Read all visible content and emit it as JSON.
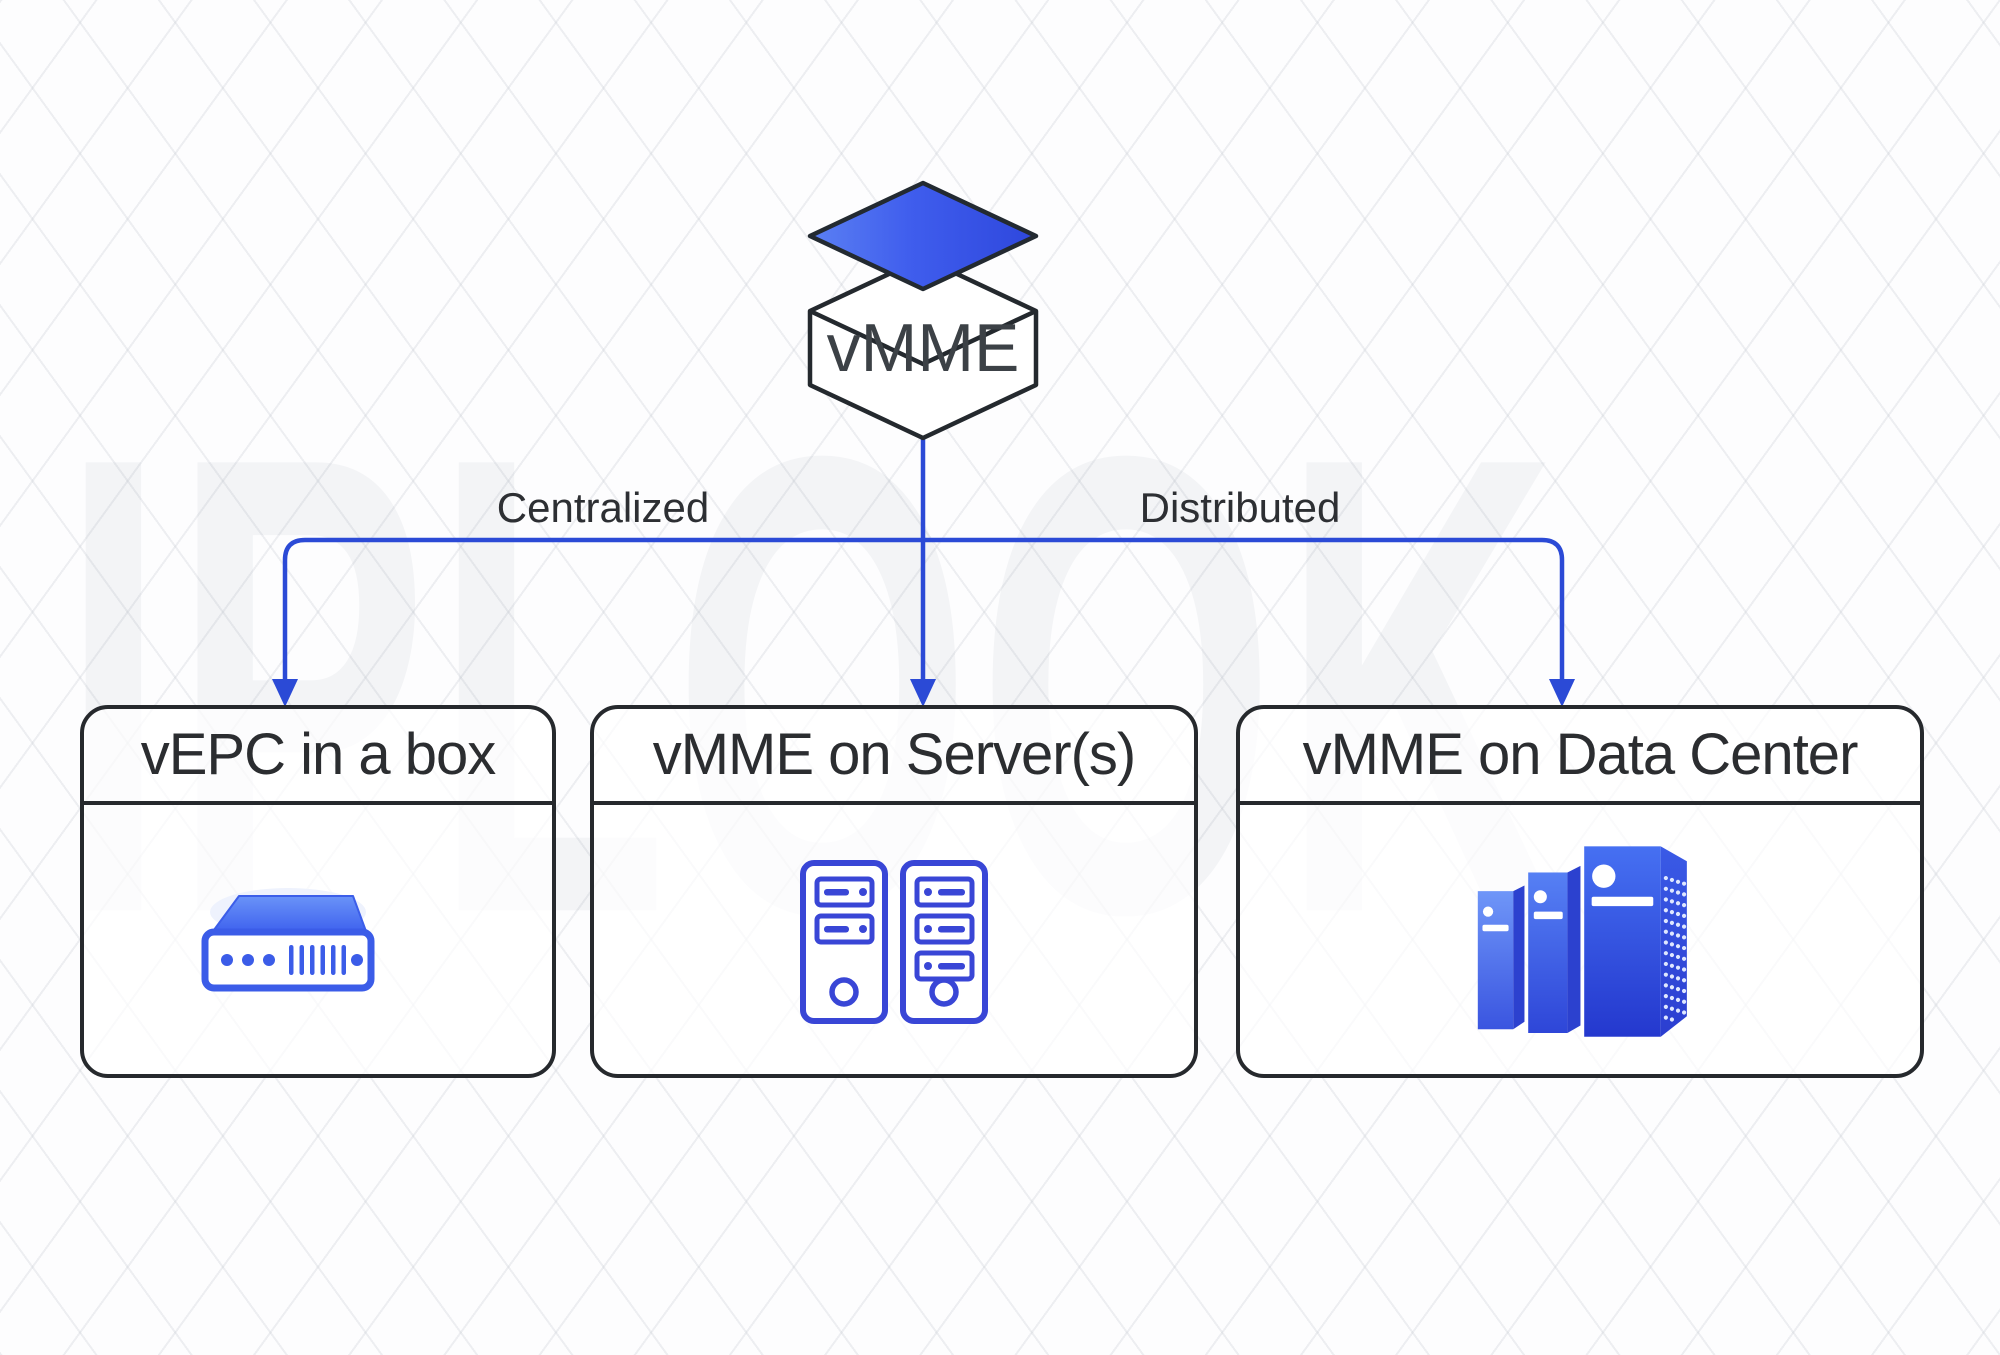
{
  "diagram": {
    "watermark": "IPLOOK",
    "root": {
      "label": "vMME",
      "icon": "open-cube-icon"
    },
    "branches": [
      {
        "label": "Centralized"
      },
      {
        "label": "Distributed"
      }
    ],
    "nodes": [
      {
        "title": "vEPC in a box",
        "icon": "network-appliance-icon"
      },
      {
        "title": "vMME on Server(s)",
        "icon": "server-towers-icon"
      },
      {
        "title": "vMME on Data Center",
        "icon": "data-center-racks-icon"
      }
    ],
    "colors": {
      "accent_blue": "#2b4ad6",
      "icon_blue": "#3b5ce8",
      "lid_blue_light": "#5b80f3",
      "lid_blue_dark": "#2e47dd",
      "outline_dark": "#26292d",
      "text_dark": "#2d2f33"
    }
  }
}
